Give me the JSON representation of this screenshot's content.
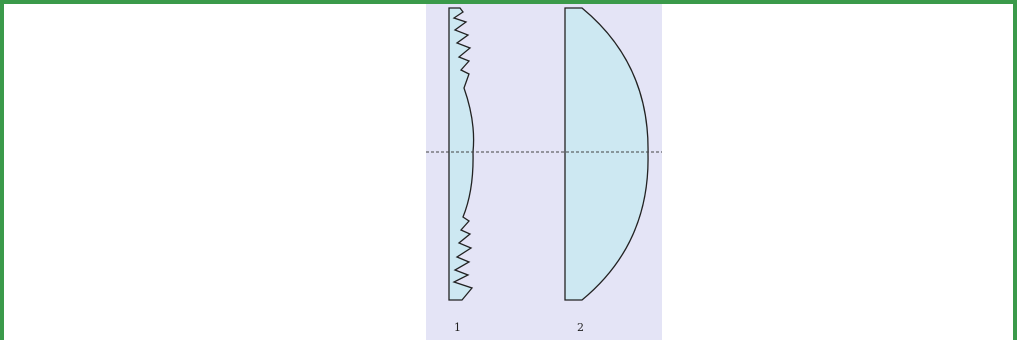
{
  "figure": {
    "lenses": [
      {
        "id": "fresnel",
        "label": "1",
        "fill": "#cde8f2"
      },
      {
        "id": "plano-convex",
        "label": "2",
        "fill": "#cde8f2"
      }
    ],
    "background_color": "#e4e4f6",
    "frame_color": "#3a9a4a",
    "outline_color": "#222222"
  }
}
